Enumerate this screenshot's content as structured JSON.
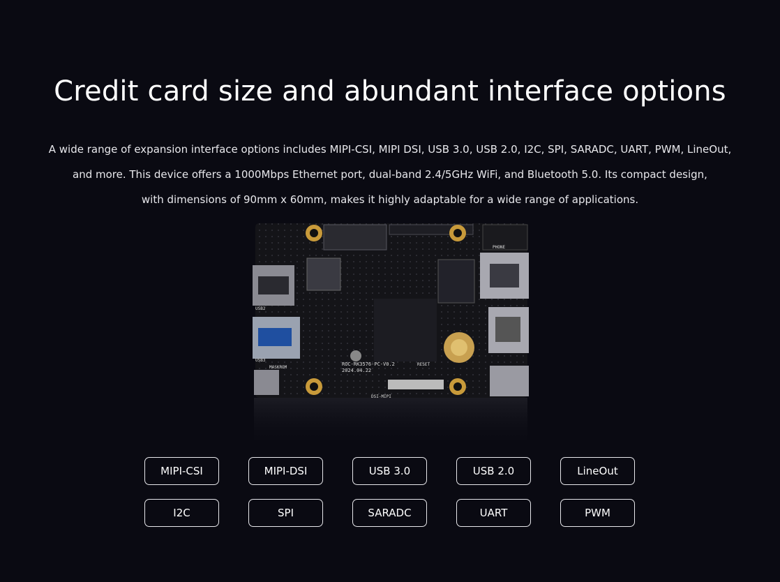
{
  "section": {
    "title": "Credit card size and abundant interface options",
    "description": [
      "A wide range of expansion interface options includes MIPI-CSI, MIPI DSI, USB 3.0, USB 2.0, I2C, SPI, SARADC, UART, PWM, LineOut,",
      "and more. This device offers a 1000Mbps Ethernet port, dual-band 2.4/5GHz WiFi, and Bluetooth 5.0. Its compact design,",
      "with dimensions of 90mm x 60mm, makes it highly adaptable for a wide range of applications."
    ]
  },
  "board": {
    "silkscreen": [
      "ROC-RK3576-PC-V0.2",
      "2024.04.22",
      "DSI-MIPI",
      "RESET",
      "MASKROM",
      "USB3",
      "USB2",
      "PHONE"
    ],
    "icon": "circuit-board-image"
  },
  "tags": [
    "MIPI-CSI",
    "MIPI-DSI",
    "USB 3.0",
    "USB 2.0",
    "LineOut",
    "I2C",
    "SPI",
    "SARADC",
    "UART",
    "PWM"
  ],
  "colors": {
    "background": "#0a0a12",
    "text": "#ffffff",
    "border": "#e8e8ec",
    "pcb": "#141418"
  }
}
